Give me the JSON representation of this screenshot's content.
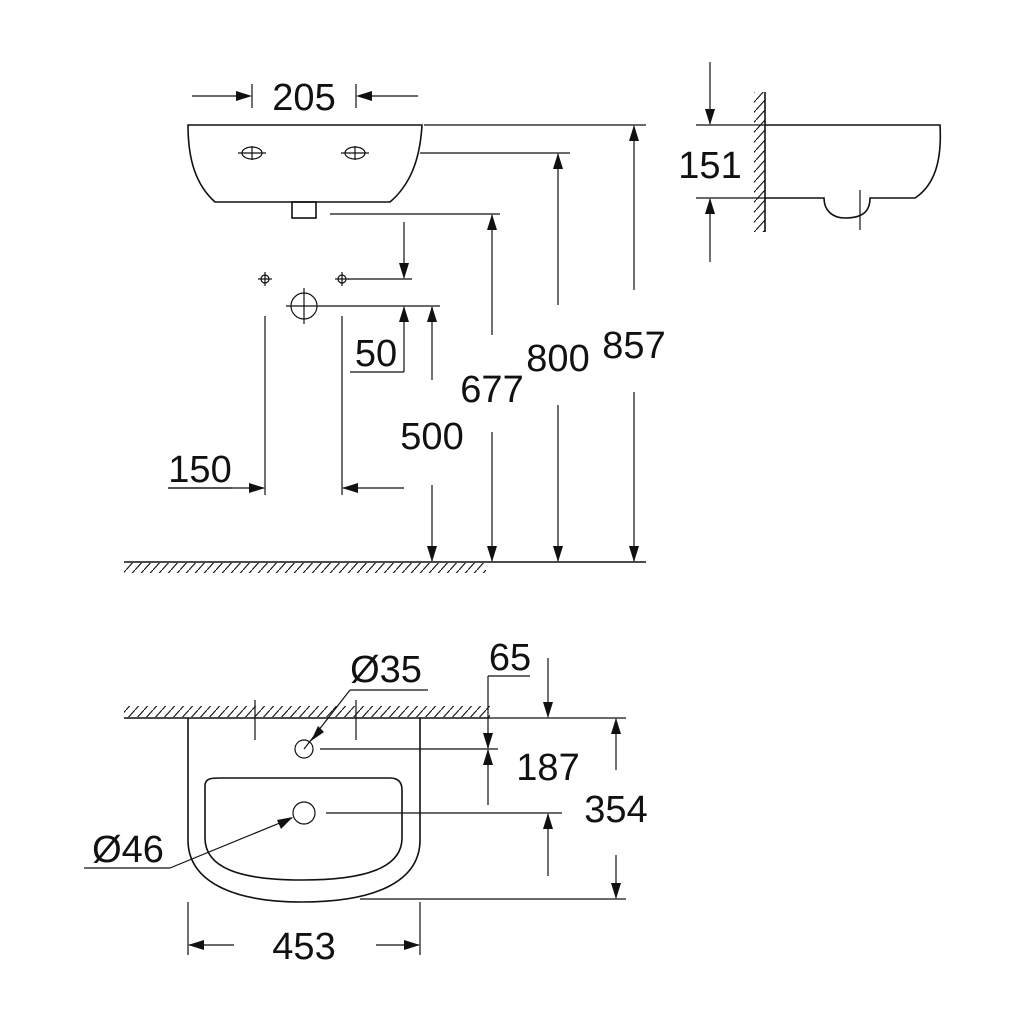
{
  "dimensions": {
    "front_width_tap_spacing": "205",
    "height_857": "857",
    "height_800": "800",
    "height_677": "677",
    "height_500": "500",
    "offset_50": "50",
    "spacing_150": "150",
    "side_depth_151": "151",
    "diameter_35": "Ø35",
    "offset_65": "65",
    "depth_187": "187",
    "depth_354": "354",
    "diameter_46": "Ø46",
    "width_453": "453"
  },
  "colors": {
    "line": "#111111",
    "background": "#ffffff"
  }
}
